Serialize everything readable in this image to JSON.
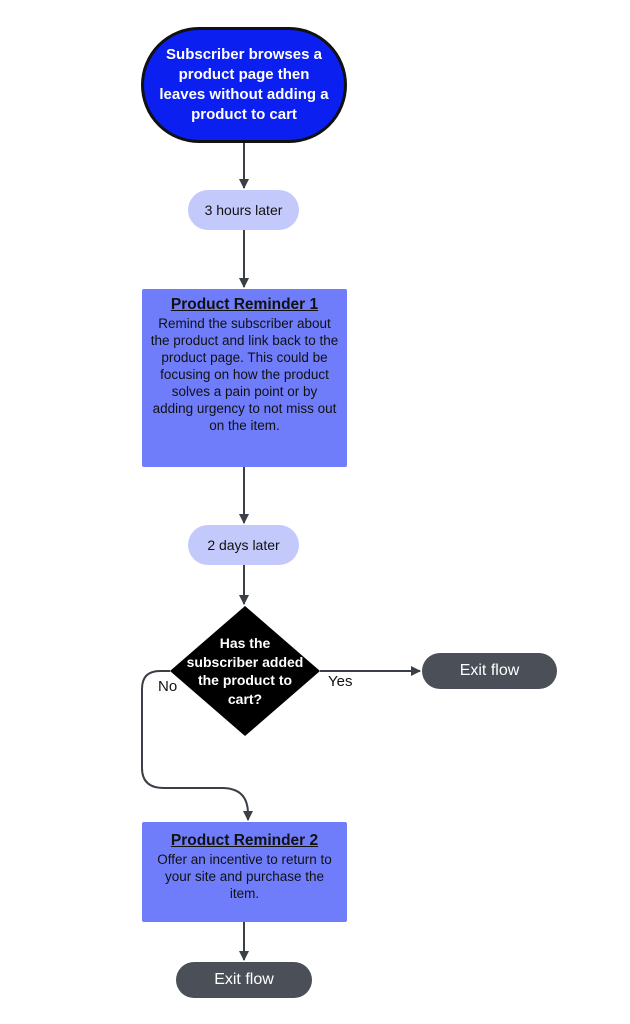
{
  "flow": {
    "start": "Subscriber browses a product page then leaves without adding a product to cart",
    "delay_1": "3 hours later",
    "reminder_1": {
      "title": "Product Reminder 1",
      "body": "Remind the subscriber about the product and link back to the product page. This could be focusing on how the product solves a pain point or by adding urgency to not miss out on the item."
    },
    "delay_2": "2 days later",
    "decision": "Has the subscriber added the product to cart?",
    "yes_label": "Yes",
    "no_label": "No",
    "exit_yes": "Exit flow",
    "reminder_2": {
      "title": "Product Reminder 2",
      "body": "Offer an incentive to return to your site and purchase the item."
    },
    "exit_end": "Exit flow"
  },
  "colors": {
    "start_fill": "#0a1ff0",
    "delay_fill": "#c3c9fb",
    "reminder_fill": "#6f7dfb",
    "decision_fill": "#000000",
    "exit_fill": "#4a4f58",
    "connector": "#3a3f48"
  }
}
